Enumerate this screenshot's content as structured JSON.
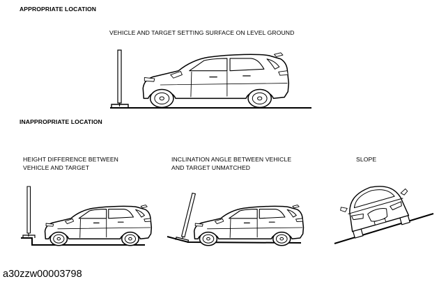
{
  "headings": {
    "appropriate": "APPROPRIATE LOCATION",
    "inappropriate": "INAPPROPRIATE LOCATION"
  },
  "captions": {
    "level_ground": "VEHICLE AND TARGET SETTING SURFACE ON LEVEL GROUND",
    "height_difference_line1": "HEIGHT DIFFERENCE BETWEEN",
    "height_difference_line2": "VEHICLE AND TARGET",
    "inclination_line1": "INCLINATION ANGLE BETWEEN VEHICLE",
    "inclination_line2": "AND TARGET UNMATCHED",
    "slope": "SLOPE"
  },
  "figure_code": "a30zzw00003798"
}
